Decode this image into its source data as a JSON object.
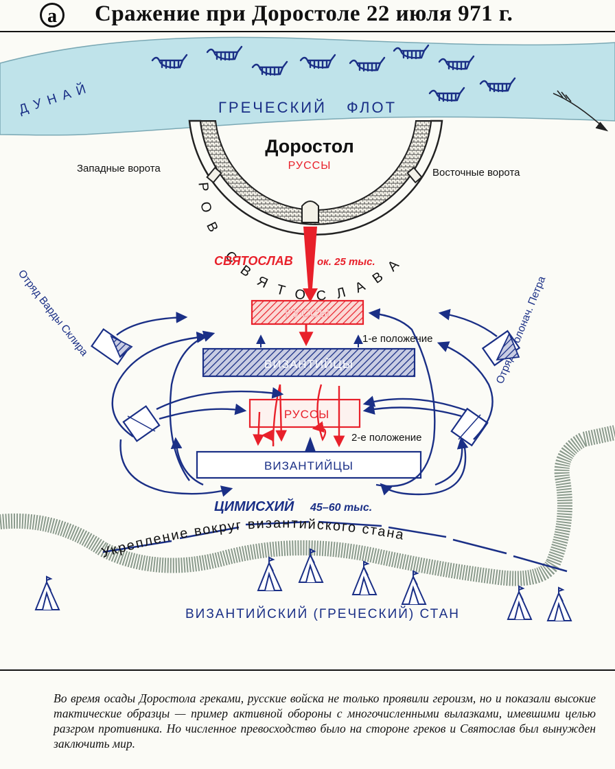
{
  "header": {
    "badge": "а",
    "title": "Сражение при Доростоле 22 июля 971 г."
  },
  "map": {
    "river": "ДУНАЙ",
    "fleet": "ГРЕЧЕСКИЙ ФЛОТ",
    "fortress": "Доростол",
    "fortress_garrison": "РУССЫ",
    "west_gate": "Западные ворота",
    "east_gate": "Восточные ворота",
    "moat": "РОВ СВЯТОСЛАВА",
    "svyatoslav": "СВЯТОСЛАВ",
    "svyatoslav_strength": "ок. 25 тыс.",
    "varda_detachment": "Отряд Варды Склира",
    "petr_detachment": "Отряд столонач. Петра",
    "rus_pos1": "РУССЫ",
    "byz_pos1": "ВИЗАНТИЙЦЫ",
    "pos1_label": "1-е положение",
    "rus_pos2": "РУССЫ",
    "byz_pos2": "ВИЗАНТИЙЦЫ",
    "pos2_label": "2-е положение",
    "tzimiskes": "ЦИМИСХИЙ",
    "tzimiskes_strength": "45–60 тыс.",
    "fortification": "Укрепление вокруг византийского стана",
    "camp": "ВИЗАНТИЙСКИЙ (ГРЕЧЕСКИЙ) СТАН"
  },
  "caption": "Во время осады Доростола греками, русские войска не только проявили героизм, но и показали высокие тактические образцы — пример активной обороны с многочисленными вылазками, имевшими целью разгром противника. Но численное превосходство было на стороне греков и Святослав был вынужден заключить мир.",
  "colors": {
    "river": "#bfe3ea",
    "russian": "#e8202a",
    "byzantine": "#1a2f86",
    "fortification": "#8a9a8c"
  }
}
